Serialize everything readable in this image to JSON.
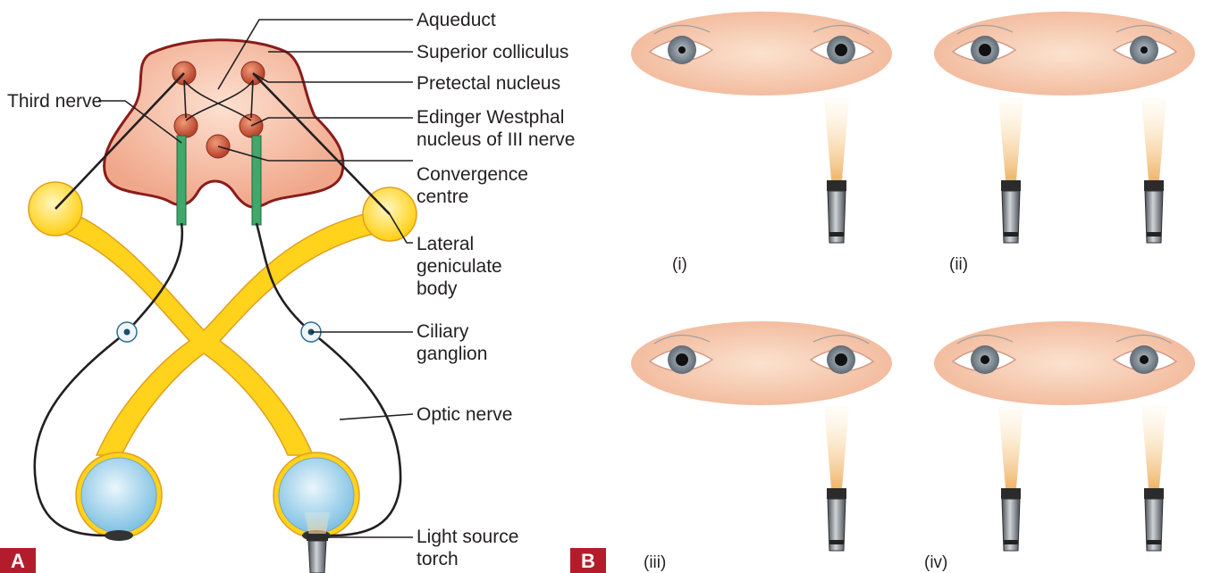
{
  "panel_a": {
    "letter": "A",
    "labels": {
      "aqueduct": "Aqueduct",
      "superior_colliculus": "Superior colliculus",
      "pretectal_nucleus": "Pretectal nucleus",
      "edinger_line1": "Edinger Westphal",
      "edinger_line2": "nucleus of III nerve",
      "convergence_line1": "Convergence",
      "convergence_line2": "centre",
      "lgb_line1": "Lateral",
      "lgb_line2": "geniculate",
      "lgb_line3": "body",
      "ciliary_line1": "Ciliary",
      "ciliary_line2": "ganglion",
      "optic_nerve": "Optic nerve",
      "light_line1": "Light source",
      "light_line2": "torch",
      "third_nerve": "Third nerve"
    }
  },
  "panel_b": {
    "letter": "B",
    "subfigures": [
      {
        "label": "(i)"
      },
      {
        "label": "(ii)"
      },
      {
        "label": "(iii)"
      },
      {
        "label": "(iv)"
      }
    ]
  },
  "colors": {
    "midbrain": "#f3b49c",
    "midbrain_edge": "#8a1c1c",
    "nucleus": "#c8543c",
    "optic_pathway": "#ffd21c",
    "optic_edge": "#e0a020",
    "eyeball": "#bfe3f5",
    "third_nerve_sheath": "#3fa86a",
    "panel_badge": "#b31d2b",
    "skin": "#f6cdb0",
    "iris": "#7f8a95"
  }
}
